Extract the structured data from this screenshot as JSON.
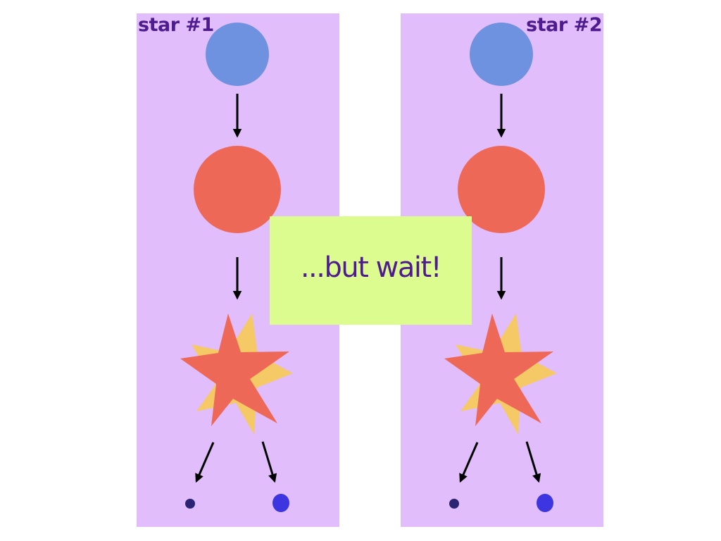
{
  "panels": [
    {
      "label": "star #1"
    },
    {
      "label": "star #2"
    }
  ],
  "callout": {
    "text": "...but wait!"
  },
  "colors": {
    "panel": "#e1bdfb",
    "label": "#4e1c8f",
    "callout_bg": "#dcfc8f",
    "callout_text": "#4e1c8f",
    "small_circle": "#6e92df",
    "large_circle": "#ee6858",
    "star": "#ee6858",
    "burst": "#f5c965",
    "arrow": "#000000",
    "dot_small": "#2a2473",
    "dot_large": "#3d36e0"
  }
}
